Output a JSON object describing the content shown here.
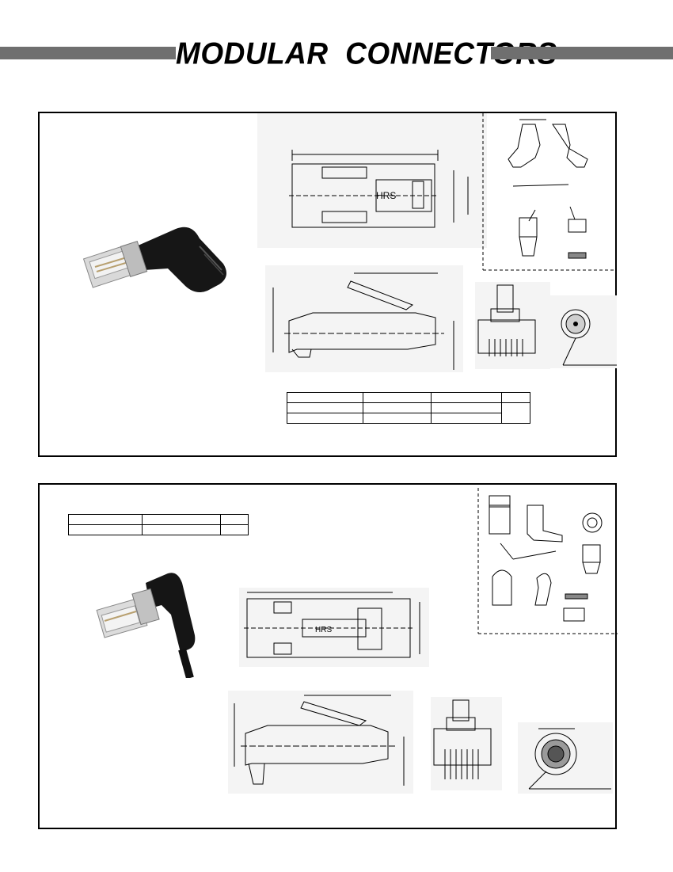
{
  "header": {
    "title": "MODULAR  CONNECTORS"
  },
  "panel_1": {
    "drawing_label": "HRS",
    "spec_table": {
      "rows": [
        [
          "",
          "",
          "",
          ""
        ],
        [
          "",
          "",
          "",
          ""
        ],
        [
          "",
          "",
          ""
        ]
      ]
    }
  },
  "panel_2": {
    "drawing_label": "HRS",
    "spec_table": {
      "rows": [
        [
          "",
          "",
          ""
        ],
        [
          "",
          "",
          ""
        ]
      ]
    }
  },
  "colors": {
    "title_bar": "#6f6f6f",
    "border": "#000000",
    "background": "#ffffff"
  }
}
